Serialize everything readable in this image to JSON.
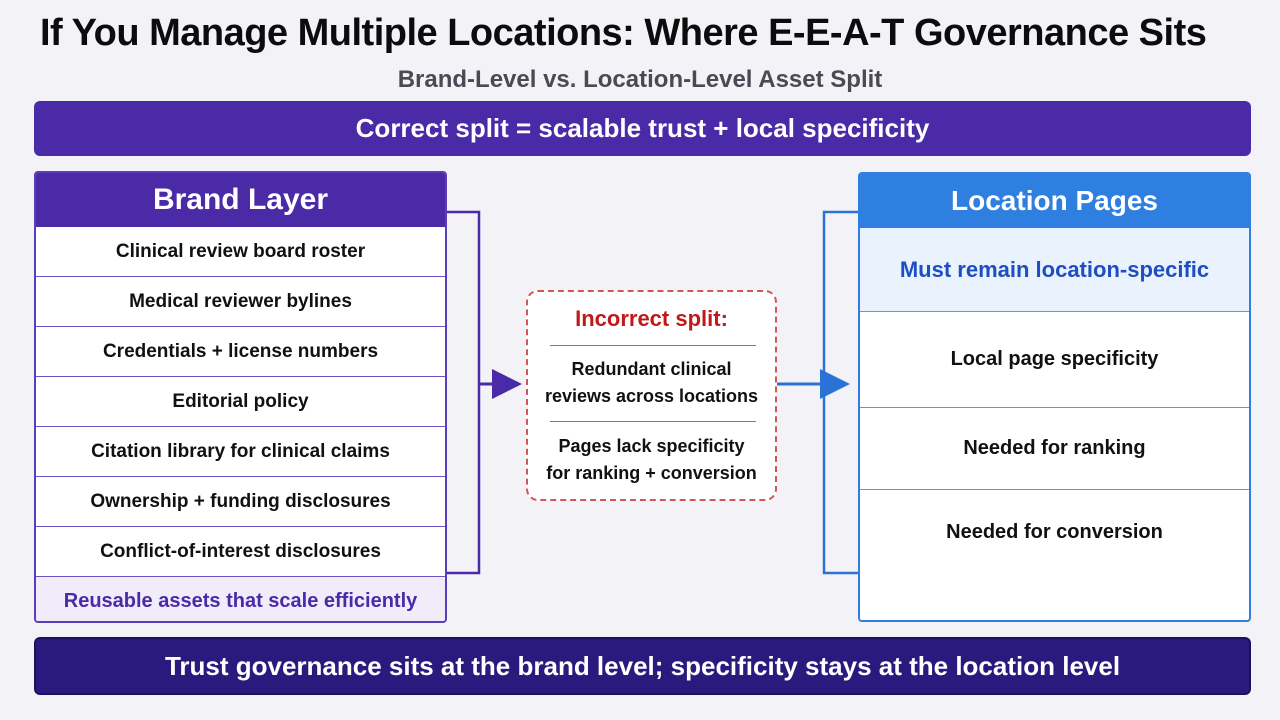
{
  "title": "If You Manage Multiple Locations: Where E-E-A-T Governance Sits",
  "subtitle": "Brand-Level vs. Location-Level Asset Split",
  "top_banner": "Correct split = scalable trust + local specificity",
  "brand": {
    "header": "Brand Layer",
    "items": [
      "Clinical review board roster",
      "Medical reviewer bylines",
      "Credentials + license numbers",
      "Editorial policy",
      "Citation library for clinical claims",
      "Ownership + funding disclosures",
      "Conflict-of-interest disclosures"
    ],
    "footer": "Reusable assets that scale efficiently"
  },
  "incorrect": {
    "title": "Incorrect split:",
    "line1a": "Redundant clinical",
    "line1b": "reviews across locations",
    "line2a": "Pages lack specificity",
    "line2b": "for ranking + conversion"
  },
  "location": {
    "header": "Location Pages",
    "highlight": "Must remain location-specific",
    "items": [
      "Local page specificity",
      "Needed for ranking",
      "Needed for conversion"
    ]
  },
  "bottom_banner": "Trust governance sits at the brand level; specificity stays at the location level",
  "colors": {
    "brand_purple": "#4b2aa8",
    "location_blue": "#2e7fe0",
    "incorrect_red": "#c0191c",
    "bottom_navy": "#2a1a7e"
  }
}
